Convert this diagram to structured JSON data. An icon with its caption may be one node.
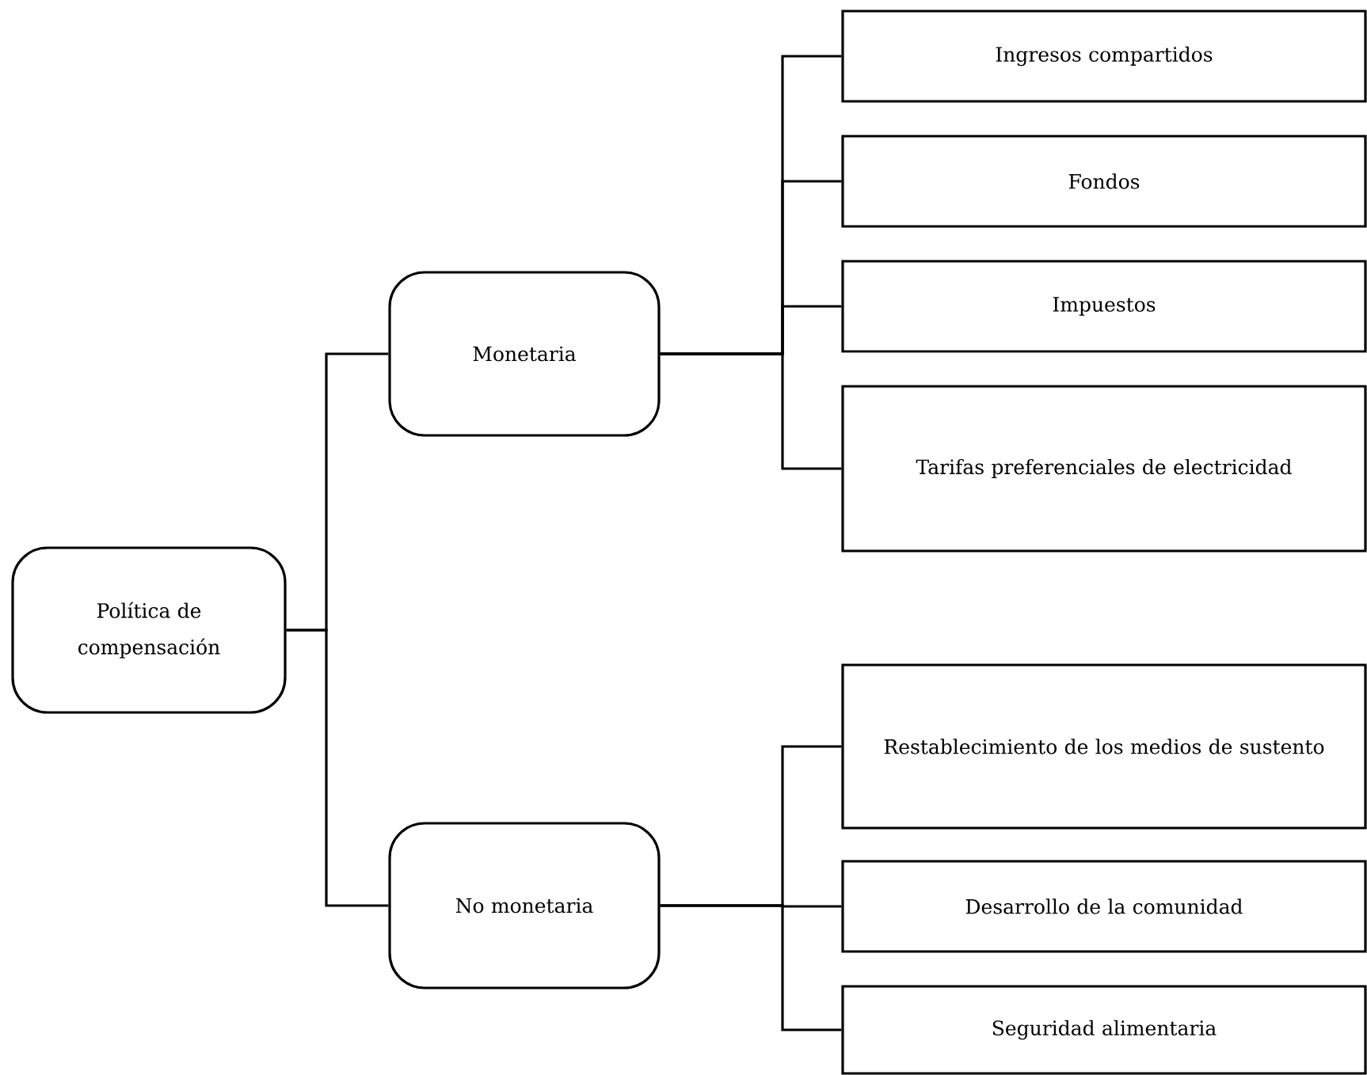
{
  "diagram": {
    "nodes": [
      {
        "text": [
          "Política de compensación"
        ]
      },
      {
        "text": [
          "Monetaria"
        ]
      },
      {
        "text": [
          "Ingresos compartidos"
        ]
      },
      {
        "text": [
          "Fondos"
        ]
      },
      {
        "text": [
          "Impuestos"
        ]
      },
      {
        "text": [
          "Tarifas preferenciales de electricidad"
        ]
      },
      {
        "text": [
          "No monetaria"
        ]
      },
      {
        "text": [
          "Restablecimiento de los medios de sustento"
        ]
      },
      {
        "text": [
          "Desarrollo de la comunidad"
        ]
      },
      {
        "text": [
          "Seguridad alimentaria"
        ]
      }
    ],
    "edges": [
      {
        "from": 0,
        "to": 1,
        "arrow": "none"
      },
      {
        "from": 0,
        "to": 6,
        "arrow": "none"
      },
      {
        "from": 1,
        "to": 2,
        "arrow": "none"
      },
      {
        "from": 1,
        "to": 3,
        "arrow": "none"
      },
      {
        "from": 1,
        "to": 4,
        "arrow": "none"
      },
      {
        "from": 1,
        "to": 5,
        "arrow": "none"
      },
      {
        "from": 6,
        "to": 7,
        "arrow": "none"
      },
      {
        "from": 6,
        "to": 8,
        "arrow": "none"
      },
      {
        "from": 6,
        "to": 9,
        "arrow": "none"
      }
    ]
  }
}
